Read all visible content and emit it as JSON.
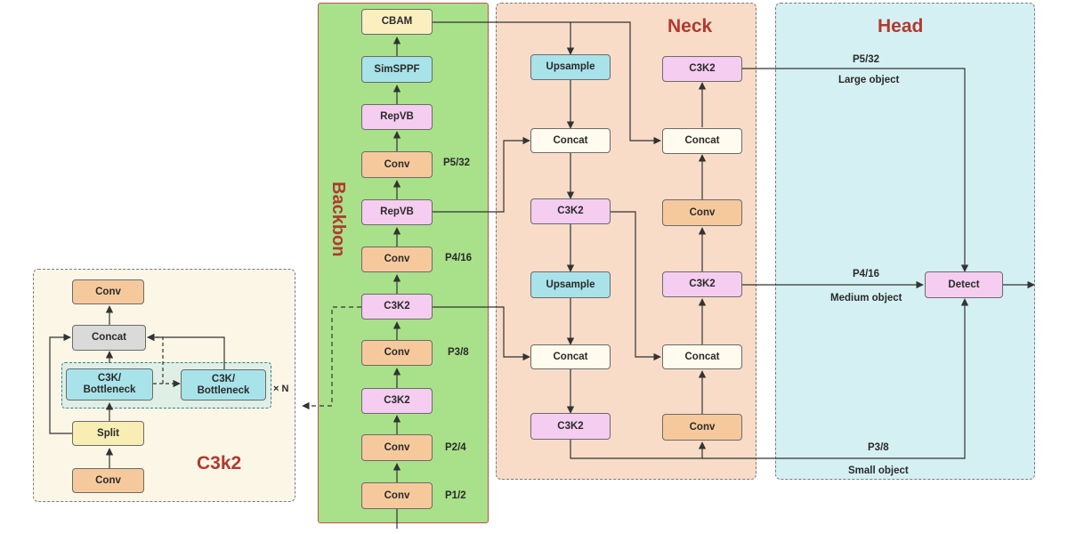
{
  "sections": {
    "backbone_title": "Backbon",
    "neck_title": "Neck",
    "head_title": "Head",
    "c3k2_title": "C3k2"
  },
  "backbone": {
    "cbam": "CBAM",
    "simsppf": "SimSPPF",
    "repvb_top": "RepVB",
    "conv_p532": "Conv",
    "repvb_mid": "RepVB",
    "conv_p416": "Conv",
    "c3k2_upper": "C3K2",
    "conv_p38": "Conv",
    "c3k2_lower": "C3K2",
    "conv_p24": "Conv",
    "conv_p12": "Conv"
  },
  "backbone_labels": {
    "p5_32": "P5/32",
    "p4_16": "P4/16",
    "p3_8": "P3/8",
    "p2_4": "P2/4",
    "p1_2": "P1/2"
  },
  "neck": {
    "upsample_top": "Upsample",
    "concat_left_top": "Concat",
    "c3k2_left_mid": "C3K2",
    "upsample_mid": "Upsample",
    "concat_left_bottom": "Concat",
    "c3k2_left_bottom": "C3K2",
    "c3k2_right_top": "C3K2",
    "concat_right_top": "Concat",
    "conv_right_mid": "Conv",
    "c3k2_right_mid": "C3K2",
    "concat_right_bottom": "Concat",
    "conv_right_bottom": "Conv"
  },
  "head": {
    "detect": "Detect",
    "p5_label": "P5/32",
    "p5_object": "Large object",
    "p4_label": "P4/16",
    "p4_object": "Medium object",
    "p3_label": "P3/8",
    "p3_object": "Small object"
  },
  "c3k2_module": {
    "conv_out": "Conv",
    "concat": "Concat",
    "bottleneck_a": "C3K/\nBottleneck",
    "bottleneck_b": "C3K/\nBottleneck",
    "repeat": "× N",
    "split": "Split",
    "conv_in": "Conv"
  },
  "colors": {
    "backbone_bg": "#a9e08a",
    "neck_bg": "#f8dcc8",
    "head_bg": "#d5f0f2",
    "c3k2_bg": "#fbf6e6",
    "title": "#b03a30",
    "conv": "#f6c99c",
    "c3k2": "#f5cdf0",
    "upsample": "#a8e3ea",
    "concat": "#fffbee",
    "cbam": "#fbefc0"
  }
}
